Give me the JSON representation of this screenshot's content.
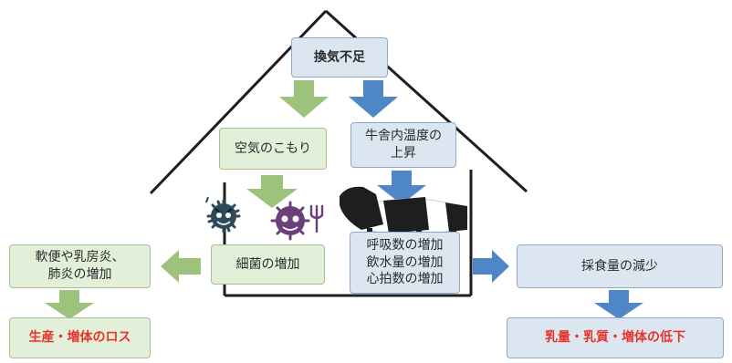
{
  "top": {
    "label": "換気不足"
  },
  "left_branch": {
    "air": "空気のこもり",
    "bacteria": "細菌の増加",
    "symptoms": "軟便や乳房炎、\n肺炎の増加",
    "result": "生産・増体のロス"
  },
  "right_branch": {
    "temperature": "牛舎内温度の\n上昇",
    "vitals": "呼吸数の増加\n飲水量の増加\n心拍数の増加",
    "feed": "採食量の減少",
    "result": "乳量・乳質・増体の低下"
  },
  "colors": {
    "green_arrow": "#9cc27c",
    "blue_arrow": "#4f86c6",
    "result_text": "#e8332a",
    "germ_dark": "#2e4a5c",
    "germ_purple": "#6b3f79"
  },
  "icons": [
    "house-outline",
    "germ-dark-icon",
    "germ-purple-icon",
    "cow-illustration"
  ]
}
